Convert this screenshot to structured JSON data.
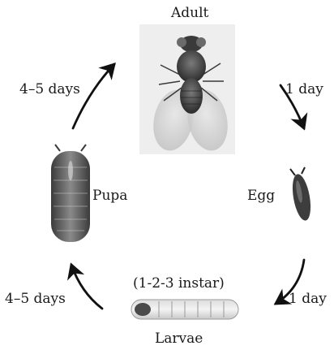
{
  "diagram": {
    "stages": {
      "adult": "Adult",
      "egg": "Egg",
      "larvae": "Larvae",
      "pupa": "Pupa"
    },
    "instar": "(1-2-3 instar)",
    "durations": {
      "adult_to_egg": "1 day",
      "egg_to_larvae": "1 day",
      "larvae_to_pupa": "4–5 days",
      "pupa_to_adult": "4–5 days"
    },
    "icons": {
      "adult": "fruit-fly-adult-icon",
      "egg": "fruit-fly-egg-icon",
      "larvae": "fruit-fly-larva-icon",
      "pupa": "fruit-fly-pupa-icon",
      "arrows": "cycle-arrow-icon"
    },
    "colors": {
      "text": "#1a1a1a",
      "arrow": "#111111",
      "photo_bg": "#eeeeee"
    }
  }
}
